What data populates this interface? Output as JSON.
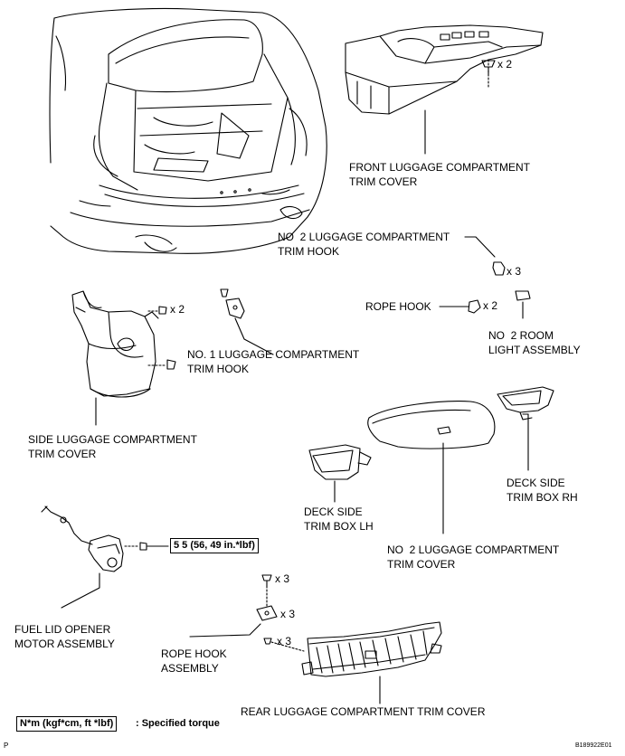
{
  "labels": {
    "front_cover_1": "FRONT LUGGAGE COMPARTMENT",
    "front_cover_2": "TRIM COVER",
    "no2_hook_1": "NO  2 LUGGAGE COMPARTMENT",
    "no2_hook_2": "TRIM HOOK",
    "rope_hook": "ROPE HOOK",
    "no2_room_1": "NO  2 ROOM",
    "no2_room_2": "LIGHT ASSEMBLY",
    "no1_hook_1": "NO. 1 LUGGAGE COMPARTMENT",
    "no1_hook_2": "TRIM HOOK",
    "side_cover_1": "SIDE LUGGAGE COMPARTMENT",
    "side_cover_2": "TRIM COVER",
    "deck_rh_1": "DECK SIDE",
    "deck_rh_2": "TRIM BOX RH",
    "deck_lh_1": "DECK SIDE",
    "deck_lh_2": "TRIM BOX LH",
    "no2_cover_1": "NO  2 LUGGAGE COMPARTMENT",
    "no2_cover_2": "TRIM COVER",
    "fuel_lid_1": "FUEL LID OPENER",
    "fuel_lid_2": "MOTOR ASSEMBLY",
    "rope_hook_assy_1": "ROPE HOOK",
    "rope_hook_assy_2": "ASSEMBLY",
    "rear_cover": "REAR LUGGAGE COMPARTMENT TRIM COVER"
  },
  "quantities": {
    "front_clip": "x 2",
    "no2_hook": "x 3",
    "rope_hook": "x 2",
    "side_clip": "x 2",
    "rope_assy_bolt": "x 3",
    "rope_assy": "x 3",
    "rear_clip": "x 3"
  },
  "torque": {
    "value": "5 5 (56, 49 in.*lbf)",
    "legend_box": "N*m (kgf*cm, ft *lbf)",
    "legend_text": ": Specified torque"
  },
  "footer": {
    "page_mark": "P",
    "figure_code": "B189922E01"
  }
}
